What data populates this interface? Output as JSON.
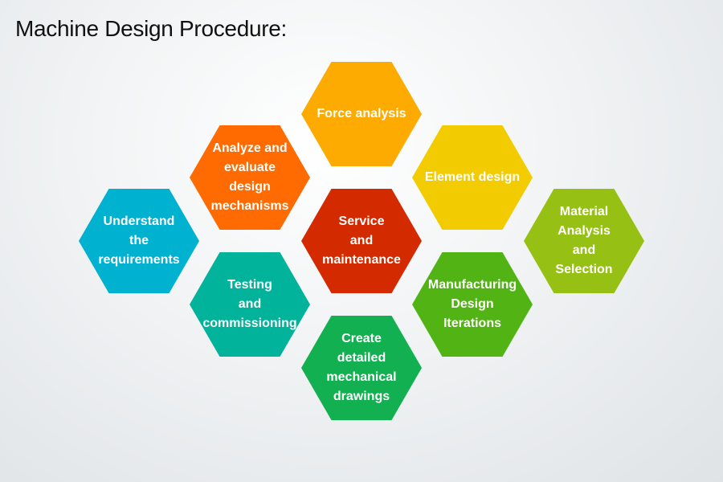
{
  "title": "Machine Design Procedure:",
  "hexagons": [
    {
      "id": "force-analysis",
      "lines": [
        "Force analysis"
      ],
      "color": "#FDAB00"
    },
    {
      "id": "analyze-evaluate",
      "lines": [
        "Analyze and",
        "evaluate",
        "design",
        "mechanisms"
      ],
      "color": "#FF6B00"
    },
    {
      "id": "element-design",
      "lines": [
        "Element design"
      ],
      "color": "#F2CC00"
    },
    {
      "id": "understand-requirements",
      "lines": [
        "Understand",
        "the",
        "requirements"
      ],
      "color": "#00B1D0"
    },
    {
      "id": "service-maintenance",
      "lines": [
        "Service",
        "and",
        "maintenance"
      ],
      "color": "#D42A00"
    },
    {
      "id": "material-analysis",
      "lines": [
        "Material",
        "Analysis",
        "and",
        "Selection"
      ],
      "color": "#96C114"
    },
    {
      "id": "testing-commissioning",
      "lines": [
        "Testing",
        "and",
        "commissioning"
      ],
      "color": "#00B39A"
    },
    {
      "id": "manufacturing-iterations",
      "lines": [
        "Manufacturing",
        "Design",
        "Iterations"
      ],
      "color": "#52B414"
    },
    {
      "id": "create-drawings",
      "lines": [
        "Create",
        "detailed",
        "mechanical",
        "drawings"
      ],
      "color": "#12B050"
    }
  ]
}
